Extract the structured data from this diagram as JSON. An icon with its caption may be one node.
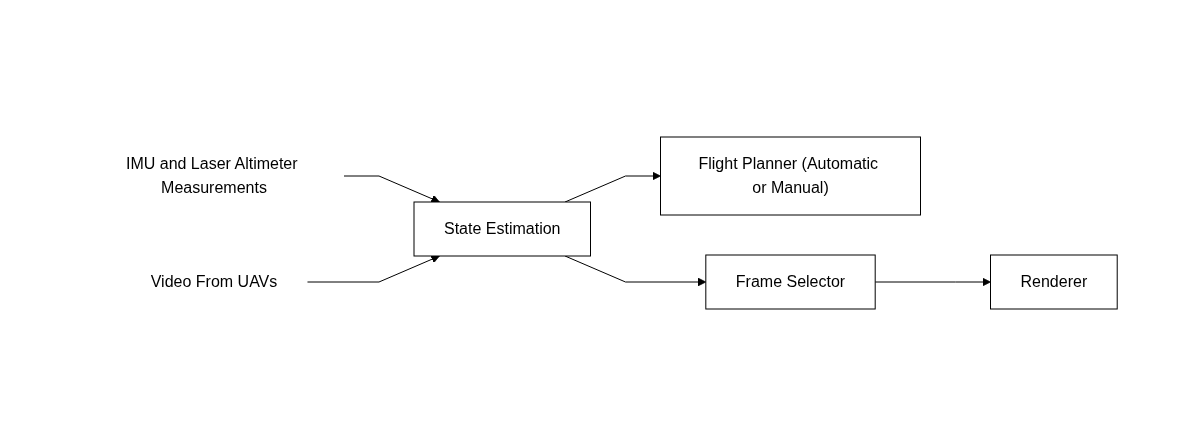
{
  "diagram": {
    "nodes": [
      {
        "text": [
          "Flight Planner (Automatic or Manual)"
        ]
      },
      {
        "text": [
          "IMU and Laser Altimeter Measurements"
        ]
      },
      {
        "text": [
          "Video From UAVs"
        ]
      },
      {
        "text": [
          "State Estimation"
        ]
      },
      {
        "text": [
          "Frame Selector"
        ]
      },
      {
        "text": [
          "Renderer"
        ]
      }
    ],
    "edges": [
      {
        "from": 1,
        "to": 3,
        "arrow": "to"
      },
      {
        "from": 2,
        "to": 3,
        "arrow": "to"
      },
      {
        "from": 3,
        "to": 0,
        "arrow": "to"
      },
      {
        "from": 3,
        "to": 4,
        "arrow": "to"
      },
      {
        "from": 4,
        "to": 5,
        "arrow": "to"
      }
    ]
  }
}
